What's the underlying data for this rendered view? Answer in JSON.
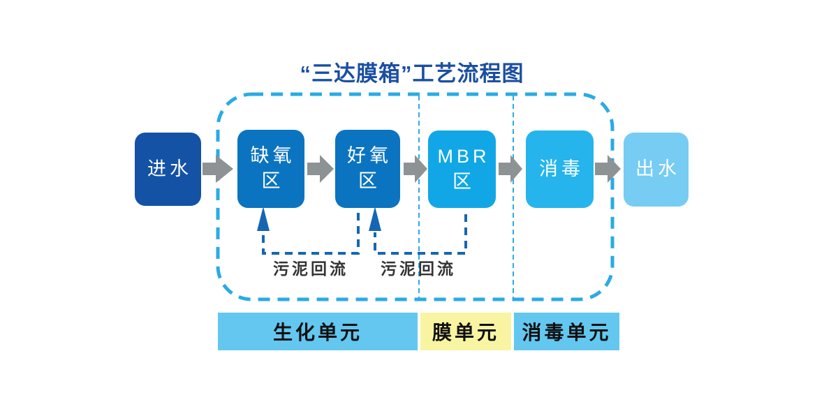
{
  "title": "“三达膜箱”工艺流程图",
  "nodes": [
    {
      "id": "inlet",
      "lines": [
        "进水"
      ]
    },
    {
      "id": "anoxic",
      "lines": [
        "缺氧",
        "区"
      ]
    },
    {
      "id": "aerobic",
      "lines": [
        "好氧",
        "区"
      ]
    },
    {
      "id": "mbr",
      "lines": [
        "MBR",
        "区"
      ]
    },
    {
      "id": "disinfection",
      "lines": [
        "消毒"
      ]
    },
    {
      "id": "outlet",
      "lines": [
        "出水"
      ]
    }
  ],
  "sludge_returns": [
    {
      "label": "污泥回流",
      "from": "好氧区",
      "to": "缺氧区"
    },
    {
      "label": "污泥回流",
      "from": "MBR区",
      "to": "好氧区"
    }
  ],
  "unit_bars": [
    {
      "id": "biochemical",
      "label": "生化单元",
      "color": "#63c7f0"
    },
    {
      "id": "membrane",
      "label": "膜单元",
      "color": "#f8f4a2"
    },
    {
      "id": "disinfection",
      "label": "消毒单元",
      "color": "#63c7f0"
    }
  ],
  "colors": {
    "title_text": "#1a4fa2",
    "inlet_box": "#1452a5",
    "bio_box": "#0b74c0",
    "mbr_box": "#11a7e7",
    "disinfection_box": "#25b5ec",
    "outlet_box": "#76ccf3",
    "flow_arrow_gray": "#8d9295",
    "boundary_dash_cyan": "#2aabe4",
    "sludge_return_blue": "#1566b2",
    "unit_bar_blue": "#63c7f0",
    "unit_bar_yellow": "#f8f4a2",
    "label_text_dark": "#333333"
  }
}
